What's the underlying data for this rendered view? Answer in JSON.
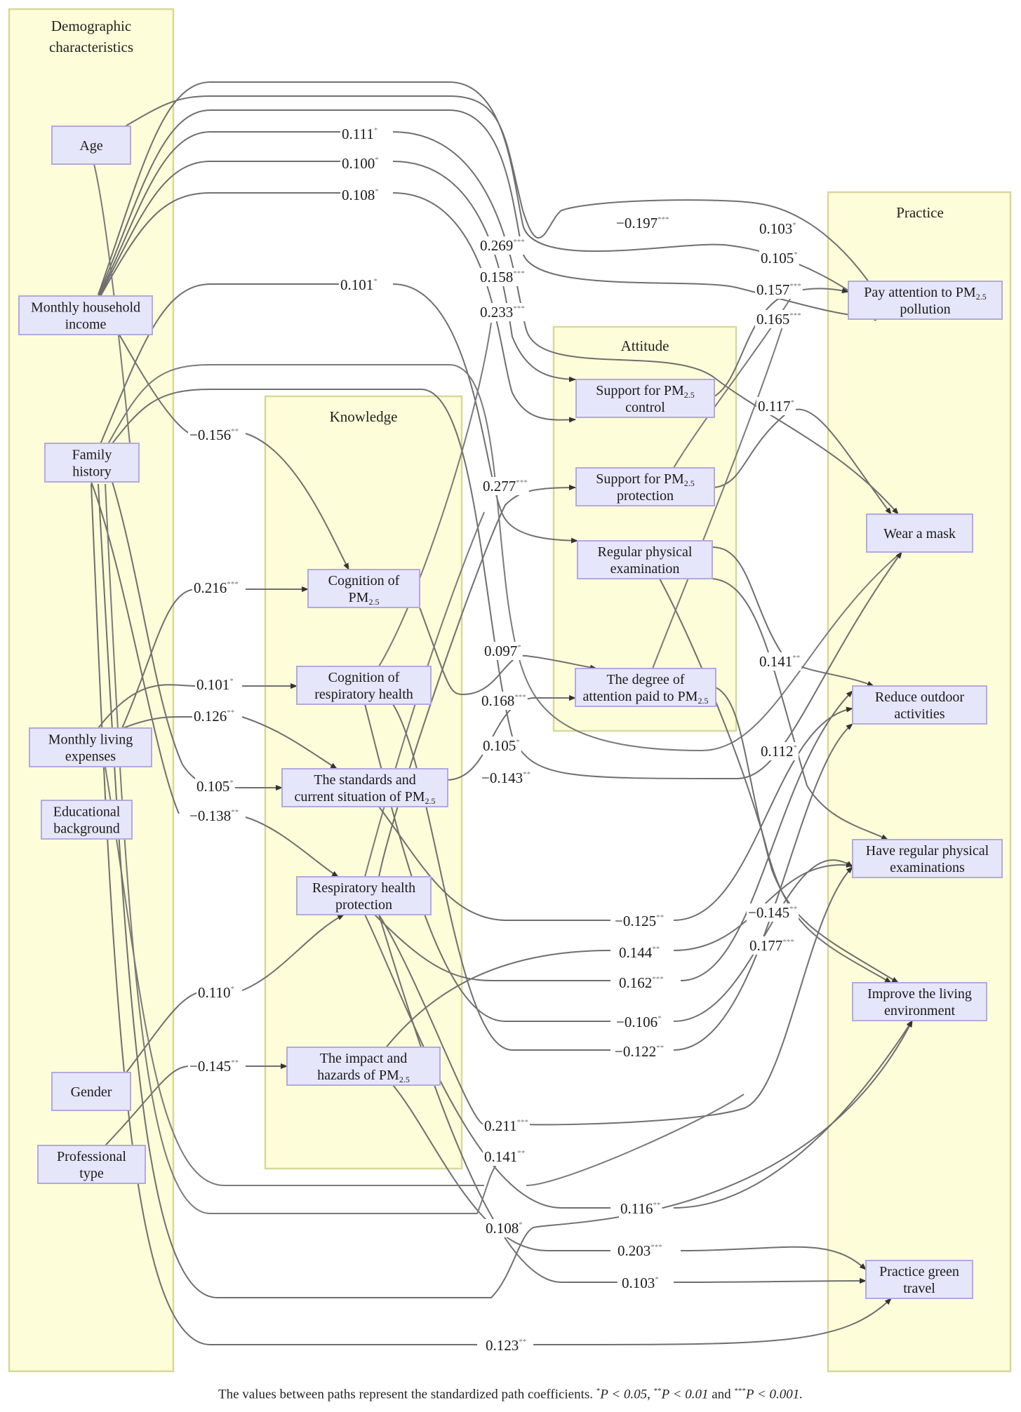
{
  "title": "Structural equation model path diagram: PM2.5 knowledge, attitude and practice",
  "panels": {
    "demographic": "Demographic characteristics",
    "knowledge": "Knowledge",
    "attitude": "Attitude",
    "practice": "Practice"
  },
  "nodes": {
    "age": [
      "Age"
    ],
    "income": [
      "Monthly household",
      "income"
    ],
    "family": [
      "Family",
      "history"
    ],
    "living": [
      "Monthly living",
      "expenses"
    ],
    "education": [
      "Educational",
      "background"
    ],
    "gender": [
      "Gender"
    ],
    "profession": [
      "Professional",
      "type"
    ],
    "k_cog_pm": [
      "Cognition of",
      "PM|2.5"
    ],
    "k_cog_resp": [
      "Cognition of",
      "respiratory health"
    ],
    "k_standards": [
      "The standards and",
      "current situation of PM|2.5"
    ],
    "k_resp_protect": [
      "Respiratory health",
      "protection"
    ],
    "k_impact": [
      "The impact and",
      "hazards of PM|2.5"
    ],
    "a_control": [
      "Support for PM|2.5",
      "control"
    ],
    "a_protection": [
      "Support for PM|2.5",
      "protection"
    ],
    "a_exam": [
      "Regular physical",
      "examination"
    ],
    "a_attention": [
      "The degree of",
      "attention paid to PM|2.5"
    ],
    "p_attention": [
      "Pay attention to PM|2.5",
      "pollution"
    ],
    "p_mask": [
      "Wear a mask"
    ],
    "p_outdoor": [
      "Reduce outdoor",
      "activities"
    ],
    "p_exam": [
      "Have regular physical",
      "examinations"
    ],
    "p_environment": [
      "Improve the living",
      "environment"
    ],
    "p_green": [
      "Practice green",
      "travel"
    ]
  },
  "coefficients": [
    {
      "value": "0.111",
      "sig": "*"
    },
    {
      "value": "0.100",
      "sig": "*"
    },
    {
      "value": "0.108",
      "sig": "*"
    },
    {
      "value": "0.101",
      "sig": "*"
    },
    {
      "value": "−0.197",
      "sig": "***"
    },
    {
      "value": "0.269",
      "sig": "***"
    },
    {
      "value": "0.158",
      "sig": "***"
    },
    {
      "value": "0.233",
      "sig": "***"
    },
    {
      "value": "0.103",
      "sig": "*"
    },
    {
      "value": "0.105",
      "sig": "*"
    },
    {
      "value": "0.157",
      "sig": "***"
    },
    {
      "value": "0.165",
      "sig": "***"
    },
    {
      "value": "0.117",
      "sig": "*"
    },
    {
      "value": "−0.156",
      "sig": "**"
    },
    {
      "value": "0.277",
      "sig": "***"
    },
    {
      "value": "0.216",
      "sig": "***"
    },
    {
      "value": "0.097",
      "sig": "*"
    },
    {
      "value": "0.101",
      "sig": "*"
    },
    {
      "value": "0.168",
      "sig": "***"
    },
    {
      "value": "0.126",
      "sig": "**"
    },
    {
      "value": "0.105",
      "sig": "*"
    },
    {
      "value": "0.105",
      "sig": "*"
    },
    {
      "value": "−0.143",
      "sig": "**"
    },
    {
      "value": "−0.138",
      "sig": "**"
    },
    {
      "value": "0.141",
      "sig": "**"
    },
    {
      "value": "0.112",
      "sig": "*"
    },
    {
      "value": "−0.125",
      "sig": "**"
    },
    {
      "value": "−0.145",
      "sig": "**"
    },
    {
      "value": "0.177",
      "sig": "***"
    },
    {
      "value": "0.144",
      "sig": "**"
    },
    {
      "value": "0.162",
      "sig": "***"
    },
    {
      "value": "0.110",
      "sig": "*"
    },
    {
      "value": "−0.106",
      "sig": "*"
    },
    {
      "value": "−0.122",
      "sig": "**"
    },
    {
      "value": "−0.145",
      "sig": "**"
    },
    {
      "value": "0.211",
      "sig": "***"
    },
    {
      "value": "0.141",
      "sig": "**"
    },
    {
      "value": "0.116",
      "sig": "**"
    },
    {
      "value": "0.108",
      "sig": "*"
    },
    {
      "value": "0.203",
      "sig": "***"
    },
    {
      "value": "0.103",
      "sig": "*"
    },
    {
      "value": "0.123",
      "sig": "**"
    }
  ],
  "caption": {
    "text": "The values between paths represent the standardized path coefficients.",
    "p1_sig": "*",
    "p1": "P < 0.05",
    "p2_sig": "**",
    "p2": "P < 0.01",
    "join": "and",
    "p3_sig": "***",
    "p3": "P < 0.001."
  }
}
